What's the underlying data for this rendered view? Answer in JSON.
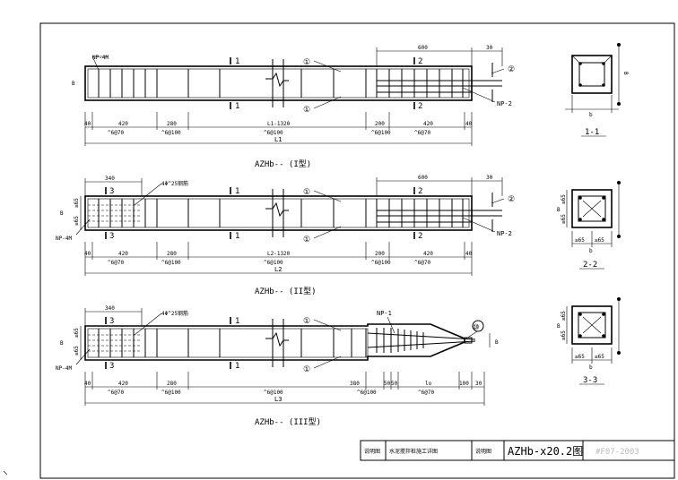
{
  "title_block": {
    "cell_1": "说明图",
    "cell_2": "水泥搅拌桩施工详图",
    "cell_3": "说明图",
    "drawing_no": "AZHb-x20.2图",
    "sheet": "#F07-2003"
  },
  "elevation_1": {
    "caption": "AZHb-- (I型)",
    "section_marks": [
      "1",
      "1",
      "2",
      "2"
    ],
    "leaders": [
      "①",
      "①",
      "②"
    ],
    "labels": {
      "left": "NP-4M",
      "right": "NP-2",
      "dim_top": "600",
      "dim_end": "30",
      "height": "B"
    },
    "dims_row1": [
      "40",
      "420",
      "280",
      "L1-1320",
      "200",
      "420",
      "40"
    ],
    "dims_row2": [
      "^6@70",
      "^6@100",
      "^6@100",
      "^6@100",
      "^6@70"
    ],
    "overall": "L1"
  },
  "elevation_2": {
    "caption": "AZHb-- (II型)",
    "section_marks": [
      "3",
      "3",
      "1",
      "1",
      "2",
      "2"
    ],
    "leaders": [
      "①",
      "①",
      "②"
    ],
    "labels": {
      "top_note": "4Φ^25钢筋",
      "left": "NP-4M",
      "right": "NP-2",
      "dim_top": "600",
      "dim_left": "340",
      "dim_end": "30",
      "height": "B",
      "side_a": "≥65",
      "side_b": "≥65"
    },
    "dims_row1": [
      "40",
      "420",
      "280",
      "L2-1320",
      "200",
      "420",
      "40"
    ],
    "dims_row2": [
      "^6@70",
      "^6@100",
      "^6@100",
      "^6@100",
      "^6@70"
    ],
    "overall": "L2"
  },
  "elevation_3": {
    "caption": "AZHb-- (III型)",
    "section_marks": [
      "3",
      "3",
      "1",
      "1"
    ],
    "leaders": [
      "①",
      "①",
      "⑩"
    ],
    "labels": {
      "top_note": "4Φ^25钢筋",
      "left": "NP-4M",
      "mid": "NP-1",
      "dim_left": "340",
      "height": "B",
      "side_a": "≥65",
      "side_b": "≥65",
      "tip": "B"
    },
    "dims_row1": [
      "40",
      "420",
      "280",
      "380",
      "50",
      "50",
      "lo",
      "100",
      "30"
    ],
    "dims_row2": [
      "^6@70",
      "^6@100",
      "^6@100",
      "^6@100",
      "^6@70"
    ],
    "overall": "L3"
  },
  "sections": [
    {
      "caption": "1-1",
      "b": "b",
      "h": "B"
    },
    {
      "caption": "2-2",
      "b": "b",
      "h": "B",
      "side_a": "≥65",
      "side_b": "≥65",
      "bottom": [
        "≥65",
        "≥65"
      ]
    },
    {
      "caption": "3-3",
      "b": "b",
      "h": "B",
      "side_a": "≥65",
      "side_b": "≥65",
      "bottom": [
        "≥65",
        "≥65"
      ]
    }
  ]
}
